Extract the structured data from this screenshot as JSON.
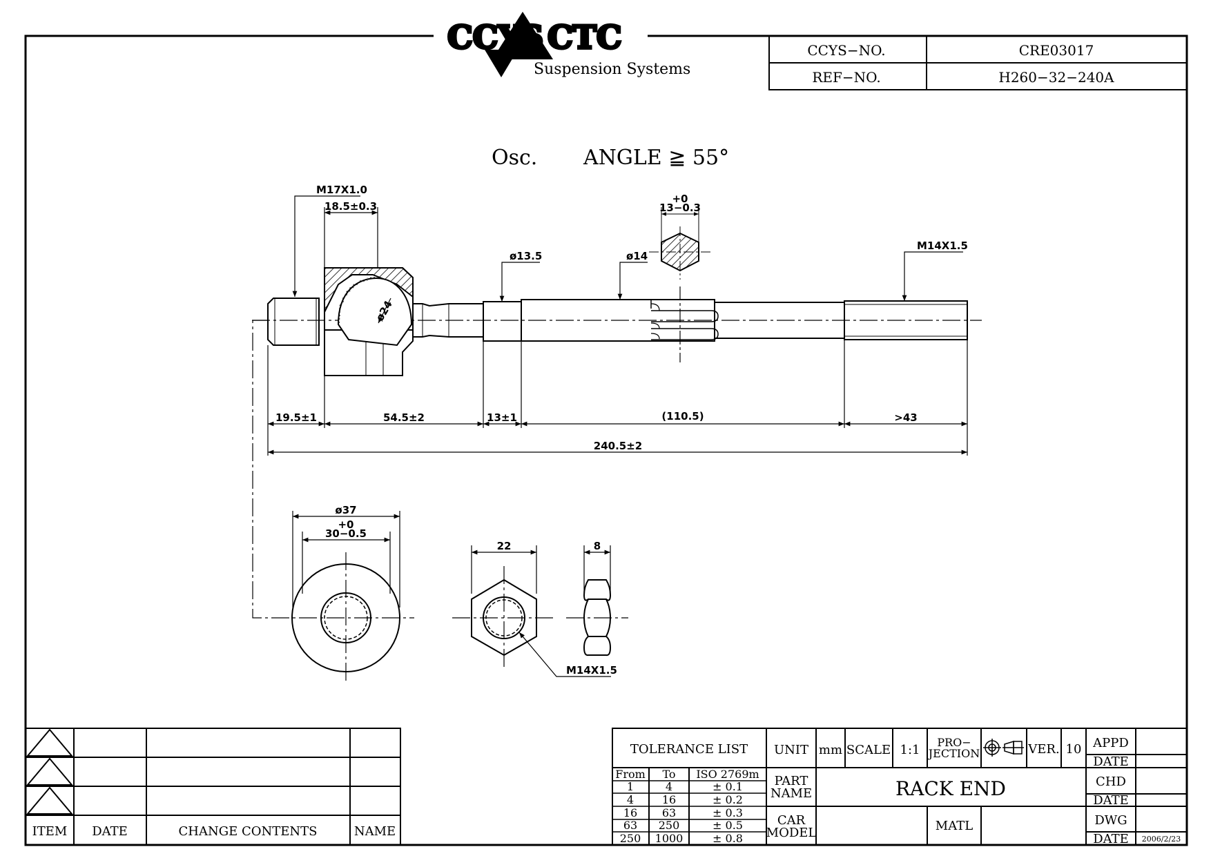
{
  "header": {
    "logo_left": "CCYS",
    "logo_right": "CTC",
    "logo_subtitle": "Suspension Systems",
    "ccys_no_label": "CCYS−NO.",
    "ccys_no_value": "CRE03017",
    "ref_no_label": "REF−NO.",
    "ref_no_value": "H260−32−240A"
  },
  "notes": {
    "osc_label": "Osc.",
    "angle_text": "ANGLE ≧ 55°"
  },
  "dimensions": {
    "thread_inner": "M17X1.0",
    "socket_width": "18.5±0.3",
    "ball_dia": "ø24",
    "neck_dia": "ø13.5",
    "shaft_dia": "ø14",
    "flat_tol_plus": "+0",
    "flat_size": "13−0.3",
    "thread_outer": "M14X1.5",
    "seg1": "19.5±1",
    "seg2": "54.5±2",
    "seg3": "13±1",
    "seg4": "(110.5)",
    "seg5": ">43",
    "overall": "240.5±2",
    "housing_dia": "ø37",
    "housing_tol_plus": "+0",
    "housing_flat": "30−0.5",
    "nut_width": "22",
    "nut_thickness": "8",
    "nut_thread": "M14X1.5"
  },
  "revision_table": {
    "headers": [
      "ITEM",
      "DATE",
      "CHANGE CONTENTS",
      "NAME"
    ]
  },
  "title_block": {
    "tolerance_title": "TOLERANCE LIST",
    "tolerance_headers": [
      "From",
      "To",
      "ISO 2769m"
    ],
    "tolerance_rows": [
      [
        "1",
        "4",
        "± 0.1"
      ],
      [
        "4",
        "16",
        "± 0.2"
      ],
      [
        "16",
        "63",
        "± 0.3"
      ],
      [
        "63",
        "250",
        "± 0.5"
      ],
      [
        "250",
        "1000",
        "± 0.8"
      ]
    ],
    "unit_label": "UNIT",
    "unit_value": "mm",
    "scale_label": "SCALE",
    "scale_value": "1:1",
    "projection_label_1": "PRO−",
    "projection_label_2": "JECTION",
    "ver_label": "VER.",
    "ver_value": "10",
    "part_name_label_1": "PART",
    "part_name_label_2": "NAME",
    "part_name_value": "RACK END",
    "car_model_label_1": "CAR",
    "car_model_label_2": "MODEL",
    "matl_label": "MATL",
    "appd_label": "APPD",
    "date_label": "DATE",
    "chd_label": "CHD",
    "dwg_label": "DWG",
    "dwg_date_value": "2006/2/23"
  }
}
